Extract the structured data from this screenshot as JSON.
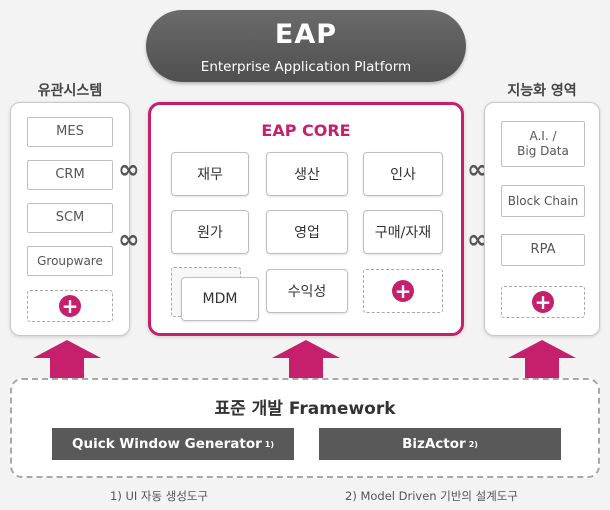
{
  "banner": {
    "title": "EAP",
    "subtitle": "Enterprise Application Platform"
  },
  "legacy": {
    "title": "유관시스템",
    "items": [
      "MES",
      "CRM",
      "SCM",
      "Groupware"
    ]
  },
  "core": {
    "title": "EAP CORE",
    "items": [
      "재무",
      "생산",
      "인사",
      "원가",
      "영업",
      "구매/자재",
      "MDM",
      "수익성"
    ]
  },
  "intelligence": {
    "title": "지능화 영역",
    "items": [
      "A.I. /\nBig Data",
      "Block Chain",
      "RPA"
    ]
  },
  "connector_symbol": "∞",
  "plus_symbol": "+",
  "framework": {
    "title": "표준 개발 Framework",
    "tools": [
      {
        "label": "Quick Window Generator",
        "note": "1)"
      },
      {
        "label": "BizActor",
        "note": "2)"
      }
    ]
  },
  "footnotes": [
    "1) UI 자동 생성도구",
    "2) Model Driven 기반의 설계도구"
  ],
  "colors": {
    "accent": "#c6206c",
    "dark": "#595959"
  }
}
